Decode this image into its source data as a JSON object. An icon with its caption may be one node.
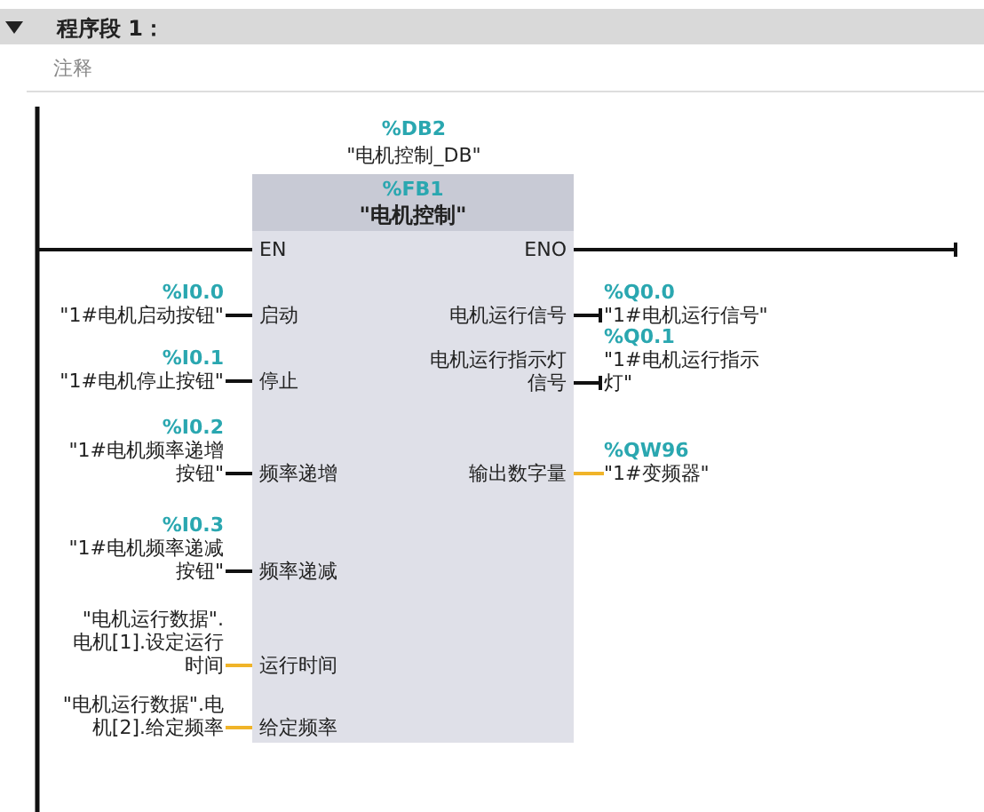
{
  "diagram": {
    "title": "程序段 1：",
    "nodes": [
      {
        "text": [
          "%FB1",
          "\"电机控制\""
        ]
      },
      {
        "text": [
          "EN"
        ],
        "in": 0
      },
      {
        "text": [
          "ENO"
        ],
        "in": 0
      },
      {
        "text": [
          "启动"
        ],
        "in": 0
      },
      {
        "text": [
          "停止"
        ],
        "in": 0
      },
      {
        "text": [
          "频率递增"
        ],
        "in": 0
      },
      {
        "text": [
          "频率递减"
        ],
        "in": 0
      },
      {
        "text": [
          "运行时间"
        ],
        "in": 0
      },
      {
        "text": [
          "给定频率"
        ],
        "in": 0
      },
      {
        "text": [
          "电机运行信号"
        ],
        "in": 0
      },
      {
        "text": [
          "电机运行指示灯信号"
        ],
        "in": 0
      },
      {
        "text": [
          "输出数字量"
        ],
        "in": 0
      },
      {
        "text": [
          "%I0.0",
          "\"1#电机启动按钮\""
        ]
      },
      {
        "text": [
          "%I0.1",
          "\"1#电机停止按钮\""
        ]
      },
      {
        "text": [
          "%I0.2",
          "\"1#电机频率递增按钮\""
        ]
      },
      {
        "text": [
          "%I0.3",
          "\"1#电机频率递减按钮\""
        ]
      },
      {
        "text": [
          "\"电机运行数据\".电机[1].设定运行时间"
        ]
      },
      {
        "text": [
          "\"电机运行数据\".电机[2].给定频率"
        ]
      },
      {
        "text": [
          "%Q0.0",
          "\"1#电机运行信号\""
        ]
      },
      {
        "text": [
          "%Q0.1",
          "\"1#电机运行指示灯\""
        ]
      },
      {
        "text": [
          "%QW96",
          "\"1#变频器\""
        ]
      }
    ],
    "edges": [
      {
        "from": null,
        "to": 1,
        "arrow": "none"
      },
      {
        "from": 2,
        "to": null,
        "arrow": "other"
      },
      {
        "from": 12,
        "to": 3,
        "arrow": "none"
      },
      {
        "from": 13,
        "to": 4,
        "arrow": "none"
      },
      {
        "from": 14,
        "to": 5,
        "arrow": "none"
      },
      {
        "from": 15,
        "to": 6,
        "arrow": "none"
      },
      {
        "from": 16,
        "to": 7,
        "arrow": "none",
        "color": "#f0b429"
      },
      {
        "from": 17,
        "to": 8,
        "arrow": "none",
        "color": "#f0b429"
      },
      {
        "from": 9,
        "to": 18,
        "arrow": "other"
      },
      {
        "from": 10,
        "to": 19,
        "arrow": "other"
      },
      {
        "from": 11,
        "to": 20,
        "arrow": "none",
        "color": "#f0b429"
      }
    ],
    "labels": [
      "注释",
      "%DB2",
      "\"电机控制_DB\""
    ]
  }
}
